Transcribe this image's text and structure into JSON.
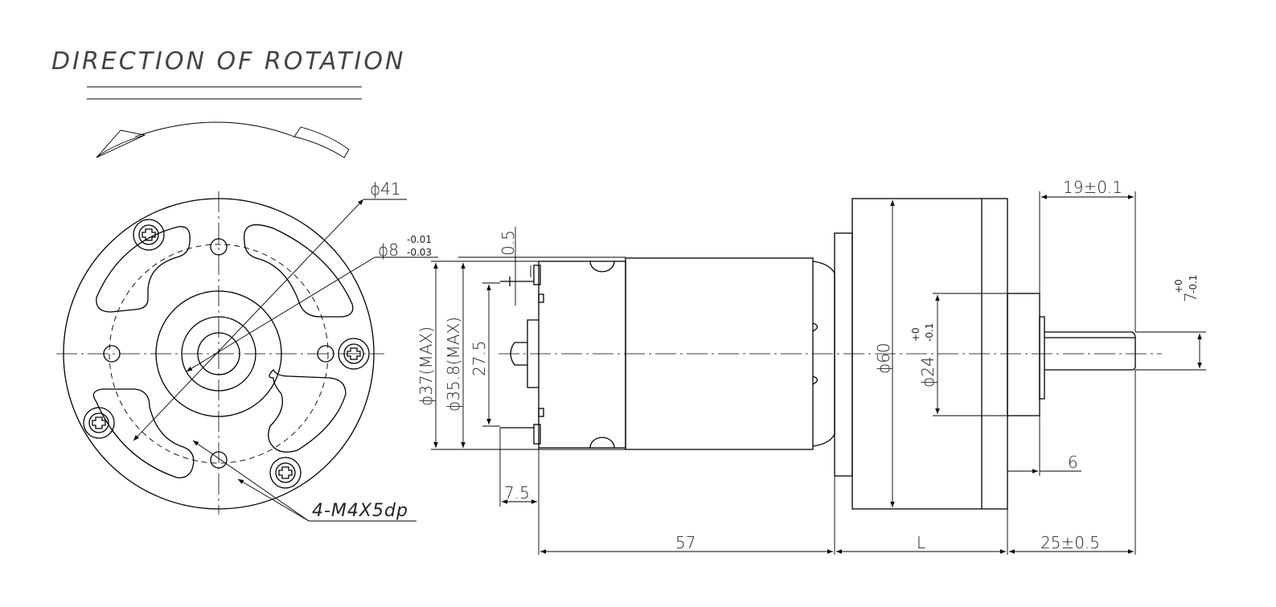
{
  "title": "DIRECTION OF ROTATION",
  "dimensions": {
    "bolt_circle": "ϕ41",
    "shaft_diameter": "ϕ8",
    "shaft_tol_upper": "-0.01",
    "shaft_tol_lower": "-0.03",
    "mount_holes": "4-M4X5dp",
    "terminal_offset": "0.5",
    "motor_max_dia": "ϕ37(MAX)",
    "motor_body_max_dia": "ϕ35.8(MAX)",
    "terminal_span": "27.5",
    "terminal_width": "7.5",
    "motor_length": "57",
    "gearbox_length": "L",
    "shaft_length": "25±0.5",
    "shaft_flat_length": "19±0.1",
    "gearbox_dia": "ϕ60",
    "boss_dia": "ϕ24",
    "boss_tol_upper": "+0",
    "boss_tol_lower": "-0.1",
    "flat_height": "7",
    "flat_tol_upper": "+0",
    "flat_tol_lower": "-0.1",
    "boss_length": "6"
  }
}
